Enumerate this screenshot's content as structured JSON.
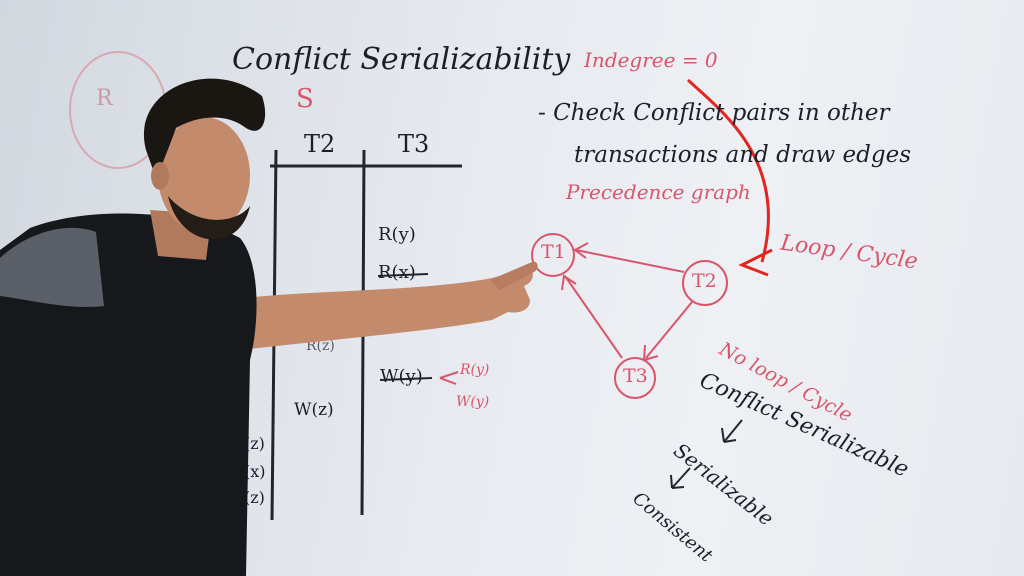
{
  "board": {
    "title": "Conflict Serializability",
    "schedule_label": "S",
    "indegree_note": "Indegree = 0",
    "bullet_line_1": "- Check Conflict pairs in other",
    "bullet_line_2": "transactions and draw edges",
    "precedence_label": "Precedence graph",
    "loop_note": "Loop / Cycle",
    "no_loop_note": "No loop / Cycle",
    "result_1": "Conflict Serializable",
    "result_2": "Serializable",
    "result_3": "Consistent"
  },
  "schedule_table": {
    "headers": [
      "T2",
      "T3"
    ],
    "t2_entries": [
      "R(z)",
      "W(z)"
    ],
    "t3_entries": [
      "R(y)",
      "R(x)",
      "W(y)"
    ],
    "t3_side_notes": [
      "R(y)",
      "W(y)"
    ],
    "t1_fragments": [
      "R",
      "(z)",
      "(x)",
      "(z)"
    ]
  },
  "precedence_graph": {
    "nodes": [
      {
        "id": "T1",
        "label": "T1"
      },
      {
        "id": "T2",
        "label": "T2"
      },
      {
        "id": "T3",
        "label": "T3"
      }
    ],
    "edges": [
      {
        "from": "T2",
        "to": "T1"
      },
      {
        "from": "T3",
        "to": "T1"
      },
      {
        "from": "T2",
        "to": "T3"
      }
    ]
  },
  "colors": {
    "marker_dark": "#1c1f2a",
    "marker_red": "#d8566b",
    "annotation_red": "#e0261f",
    "board": "#e7eaf0",
    "shirt": "#16181c",
    "shirt_shoulder": "#5a5f68",
    "skin": "#c48a6c",
    "hair": "#1a1612"
  }
}
